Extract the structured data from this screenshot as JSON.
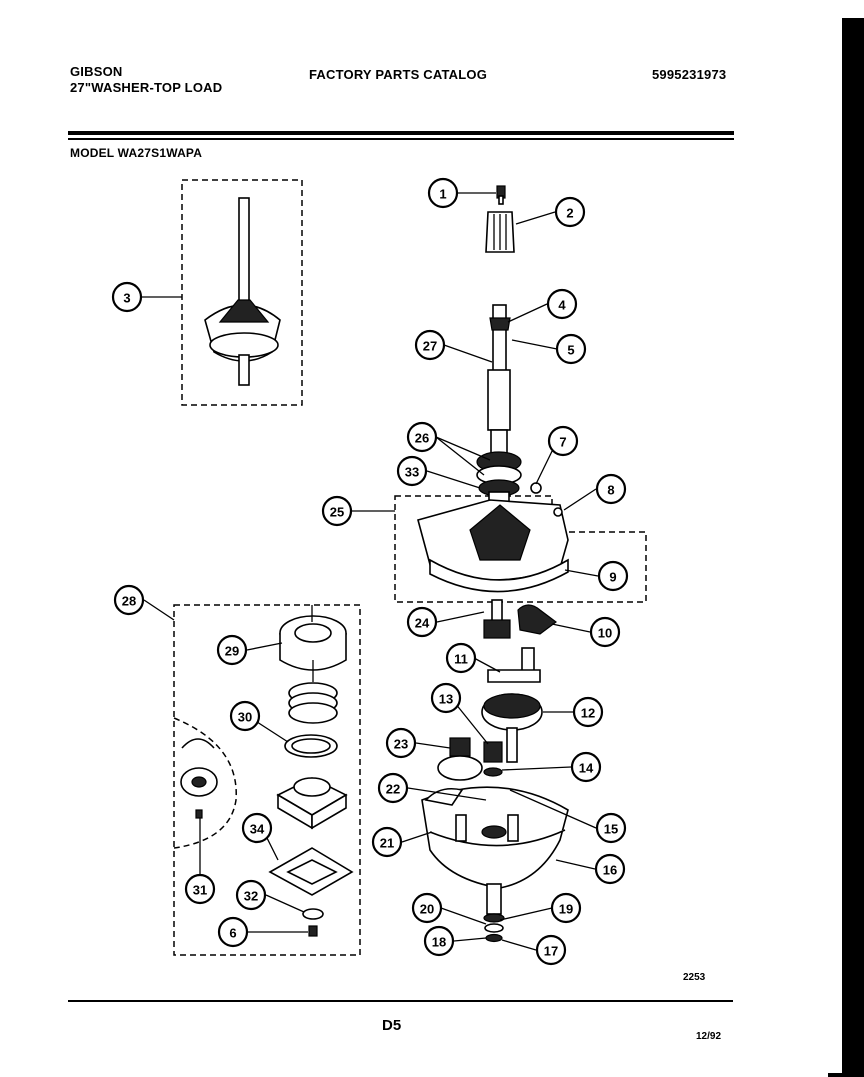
{
  "header": {
    "brand": "GIBSON",
    "product_line": "27\"WASHER-TOP LOAD",
    "catalog_title": "FACTORY PARTS CATALOG",
    "catalog_number": "5995231973"
  },
  "model": "MODEL WA27S1WAPA",
  "footer": {
    "reference": "2253",
    "page": "D5",
    "date": "12/92"
  },
  "callouts": [
    "1",
    "2",
    "3",
    "4",
    "5",
    "27",
    "26",
    "7",
    "33",
    "8",
    "25",
    "9",
    "28",
    "24",
    "10",
    "29",
    "11",
    "12",
    "13",
    "30",
    "23",
    "14",
    "22",
    "15",
    "21",
    "16",
    "20",
    "19",
    "18",
    "17",
    "34",
    "31",
    "32",
    "6"
  ]
}
